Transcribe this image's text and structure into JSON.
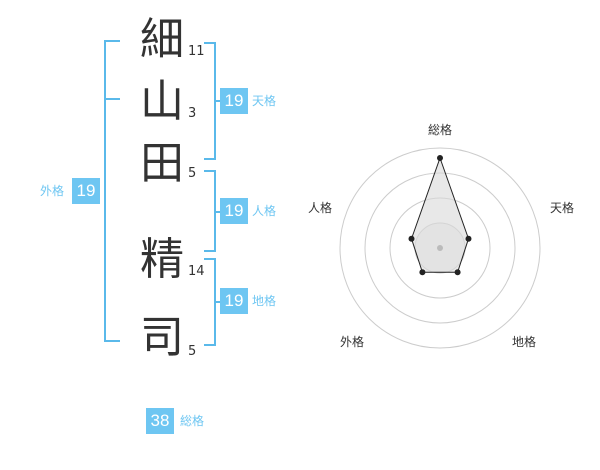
{
  "name": {
    "surname": [
      {
        "char": "細",
        "strokes": "11"
      },
      {
        "char": "山",
        "strokes": "3"
      },
      {
        "char": "田",
        "strokes": "5"
      }
    ],
    "given": [
      {
        "char": "精",
        "strokes": "14"
      },
      {
        "char": "司",
        "strokes": "5"
      }
    ]
  },
  "kakusu": {
    "tenkaku": {
      "label": "天格",
      "value": "19"
    },
    "jinkaku": {
      "label": "人格",
      "value": "19"
    },
    "chikaku": {
      "label": "地格",
      "value": "19"
    },
    "gaikaku": {
      "label": "外格",
      "value": "19"
    },
    "soukaku": {
      "label": "総格",
      "value": "38"
    }
  },
  "radar": {
    "axes": [
      "総格",
      "天格",
      "地格",
      "外格",
      "人格"
    ],
    "values": [
      4.5,
      1.5,
      1.5,
      1.5,
      1.5
    ],
    "max": 5,
    "colors": {
      "ring": "#cccccc",
      "fill": "#d9d9d9",
      "line": "#222222",
      "accent": "#6ec6f2"
    }
  }
}
